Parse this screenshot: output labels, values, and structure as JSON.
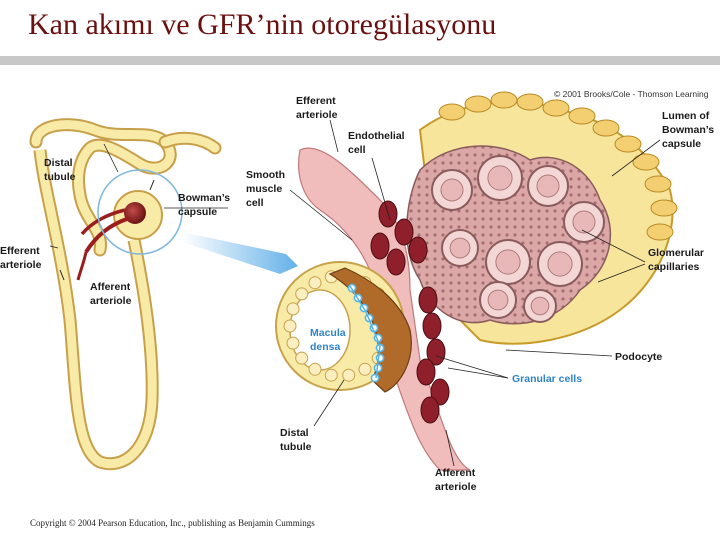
{
  "title": "Kan akımı ve GFR’nin otoregülasyonu",
  "credit": "© 2001 Brooks/Cole - Thomson Learning",
  "footer": "Copyright © 2004 Pearson Education, Inc., publishing as Benjamin Cummings",
  "labels": {
    "distal_tubule_left": [
      "Distal",
      "tubule"
    ],
    "efferent_left": [
      "Efferent",
      "arteriole"
    ],
    "afferent_left": [
      "Afferent",
      "arteriole"
    ],
    "bowmans_capsule": [
      "Bowman’s",
      "capsule"
    ],
    "efferent_top": [
      "Efferent",
      "arteriole"
    ],
    "endothelial": [
      "Endothelial",
      "cell"
    ],
    "smooth_muscle": [
      "Smooth",
      "muscle",
      "cell"
    ],
    "lumen": [
      "Lumen of",
      "Bowman’s",
      "capsule"
    ],
    "glomerular": [
      "Glomerular",
      "capillaries"
    ],
    "macula": [
      "Macula",
      "densa"
    ],
    "podocyte": "Podocyte",
    "granular": "Granular cells",
    "distal_tubule_bottom": [
      "Distal",
      "tubule"
    ],
    "afferent_bottom": [
      "Afferent",
      "arteriole"
    ]
  },
  "colors": {
    "title": "#6b1010",
    "capsule_yellow": "#f6e59b",
    "capsule_outline": "#c79a2a",
    "vessel_pink": "#f0bcbc",
    "smooth_muscle": "#8f1f2a",
    "macula_brown": "#b06a2a",
    "macula_dot": "#57b6e8",
    "label_blue": "#2f84c9"
  }
}
